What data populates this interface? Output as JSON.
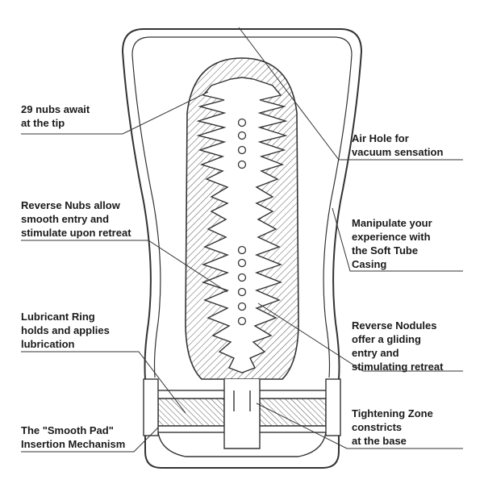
{
  "callouts": {
    "nubs": "29 nubs await\nat the tip",
    "reverse_nubs": "Reverse Nubs allow\nsmooth entry and\nstimulate upon retreat",
    "lubricant_ring": "Lubricant Ring\nholds and applies\nlubrication",
    "smooth_pad": "The \"Smooth Pad\"\nInsertion Mechanism",
    "air_hole": "Air Hole for\nvacuum sensation",
    "casing": "Manipulate your\nexperience with\nthe Soft Tube\nCasing",
    "nodules": "Reverse Nodules\noffer a gliding\nentry and\nstimulating retreat",
    "tightening": "Tightening Zone\nconstricts\nat the base"
  },
  "colors": {
    "line": "#333333",
    "hatch": "#555555",
    "background": "#ffffff"
  }
}
